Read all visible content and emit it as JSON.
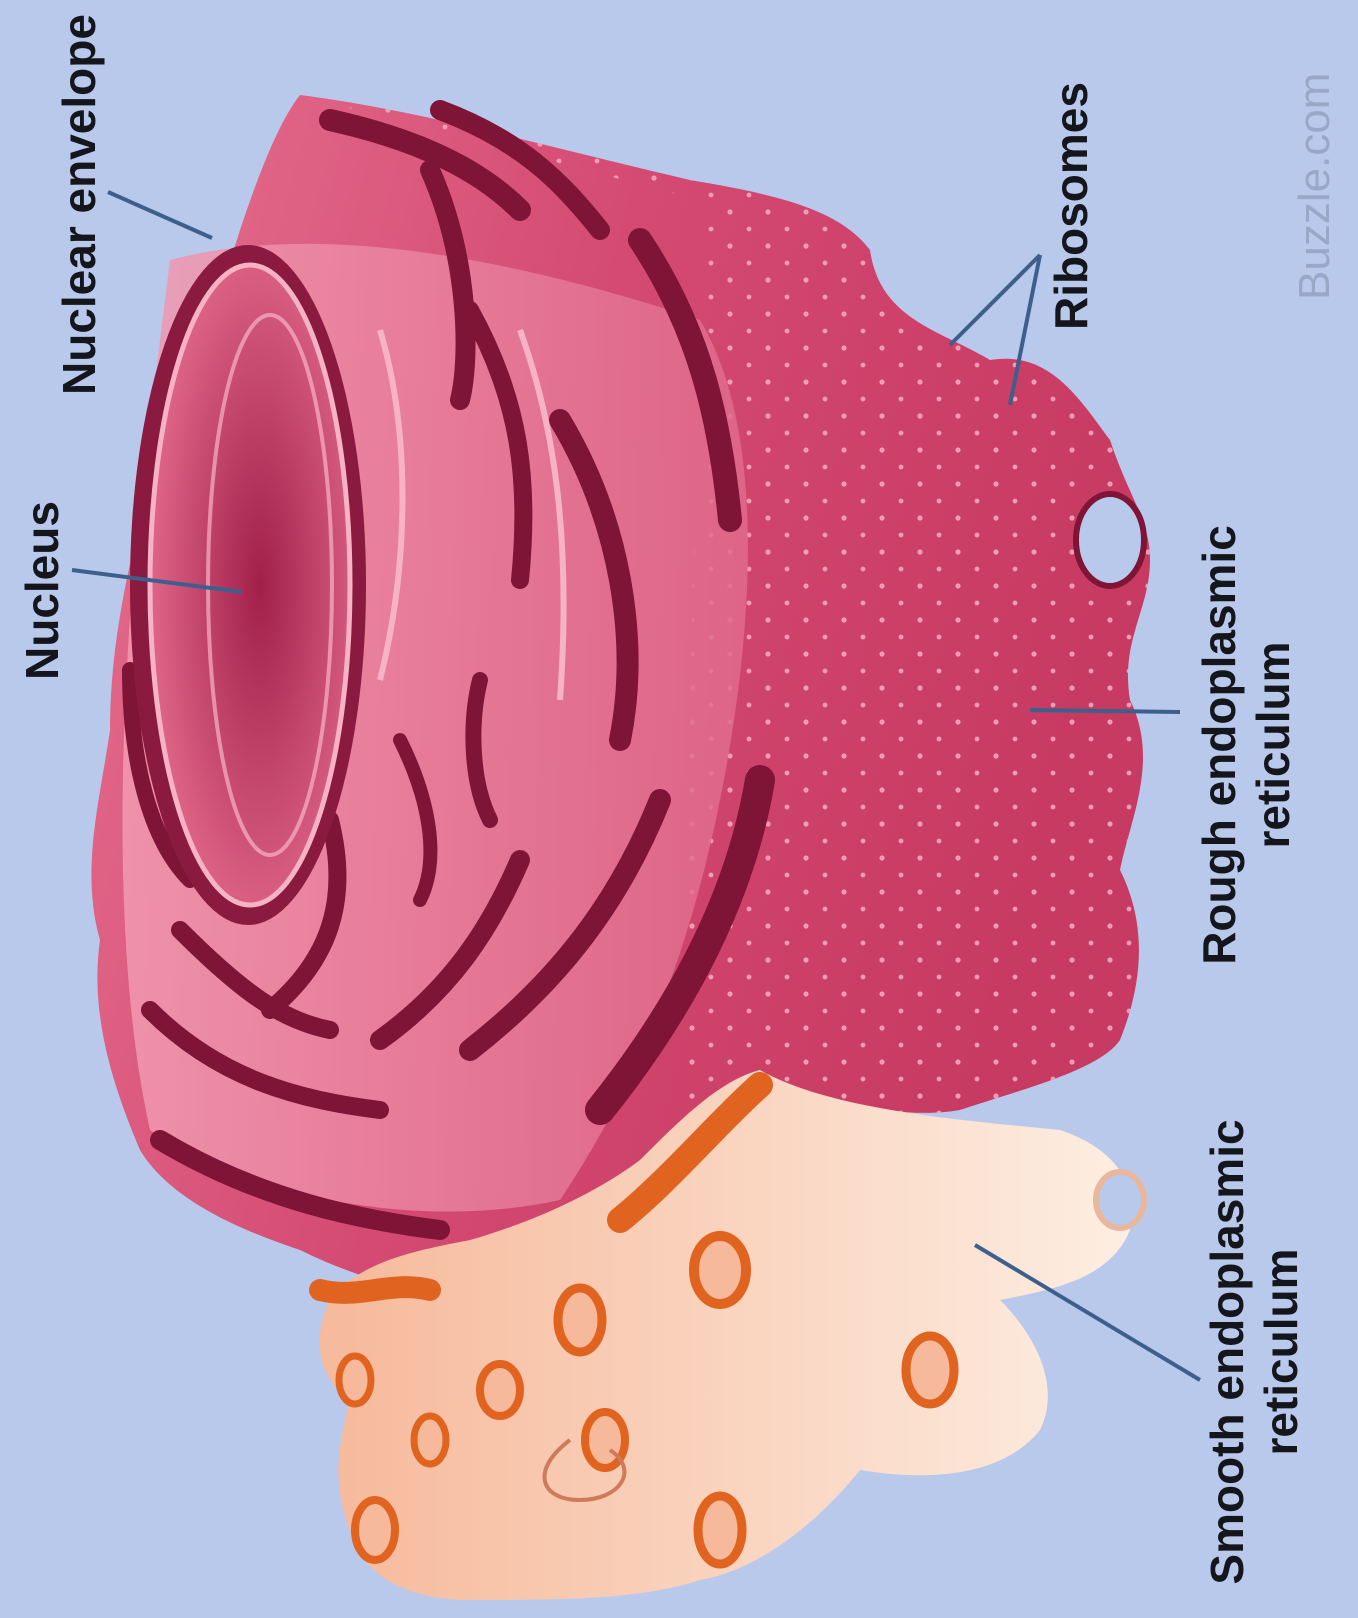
{
  "labels": {
    "nuclear_envelope": "Nuclear envelope",
    "nucleus": "Nucleus",
    "ribosomes": "Ribosomes",
    "rough_er_line1": "Rough endoplasmic",
    "rough_er_line2": "reticulum",
    "smooth_er_line1": "Smooth endoplasmic",
    "smooth_er_line2": "reticulum"
  },
  "watermark": "Buzzle.com",
  "colors": {
    "background": "#b9c9ec",
    "rough_er": "#d44a72",
    "rough_er_light": "#f08aa6",
    "rough_er_dark": "#7e1436",
    "smooth_er": "#fbe0cc",
    "smooth_er_inner": "#e0641f",
    "leader_line": "#3d5f8c"
  }
}
